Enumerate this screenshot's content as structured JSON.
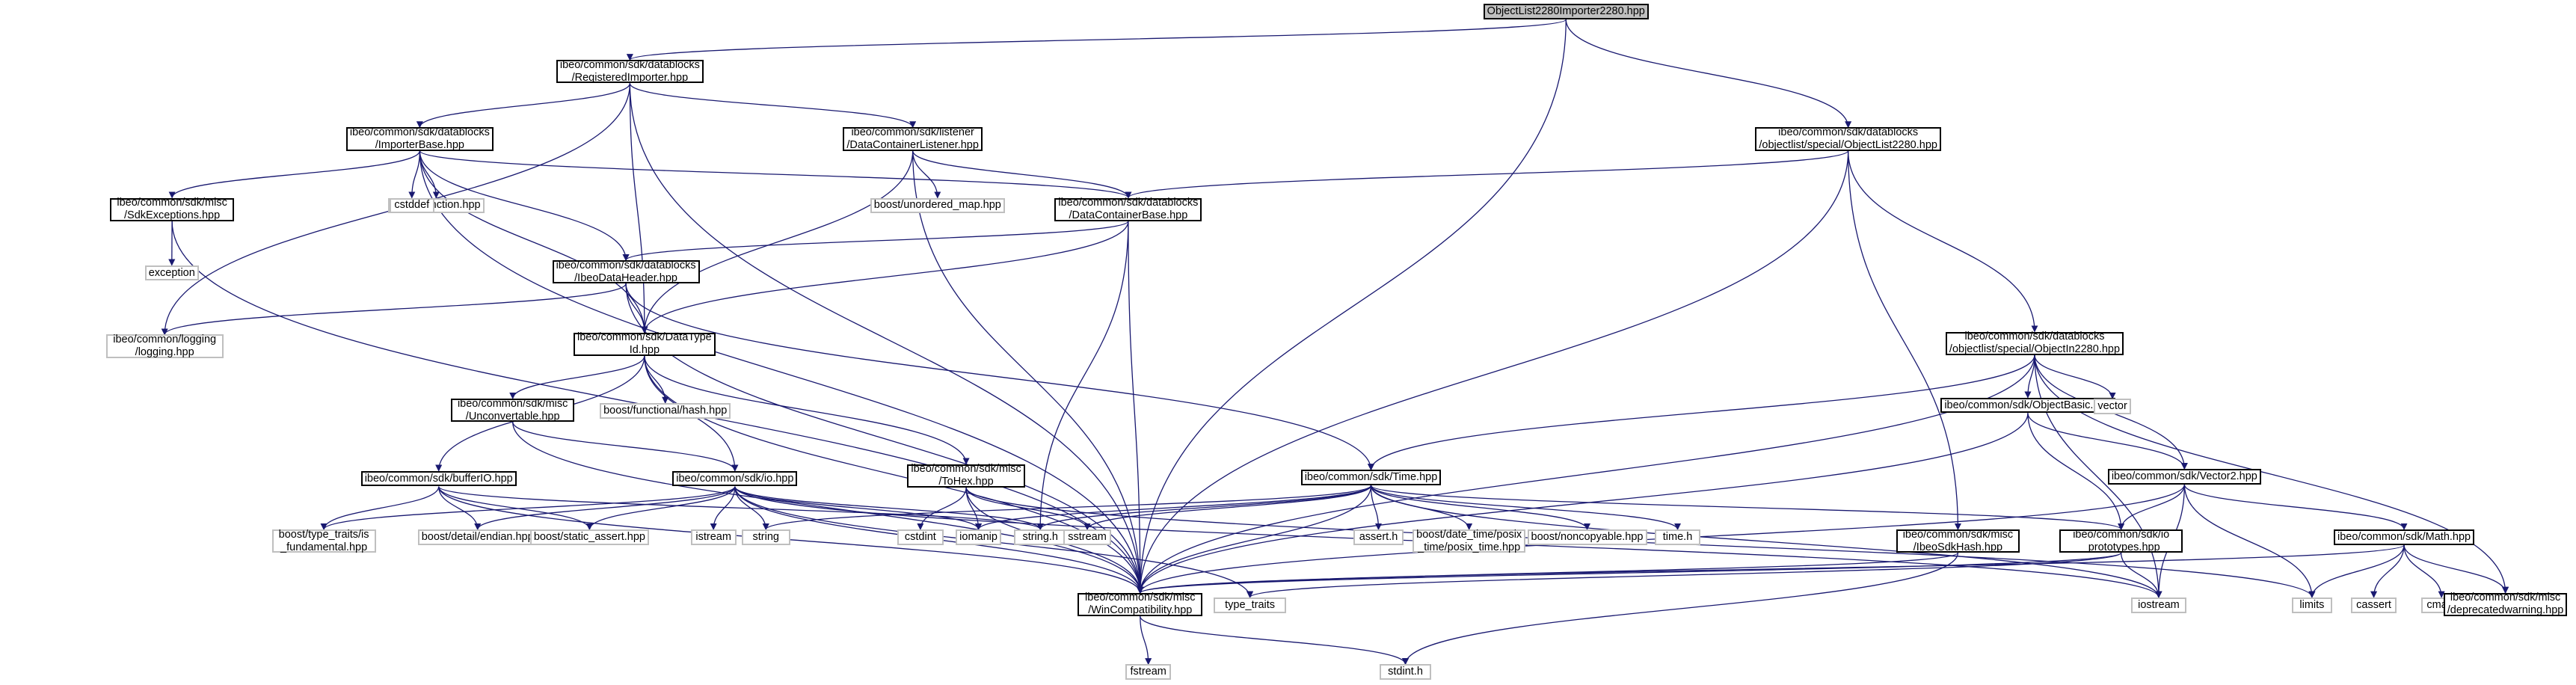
{
  "colors": {
    "edge": "#191970",
    "edge_light": "#bfbfbf",
    "root_fill": "#bfbfbf",
    "ext_border": "#bfbfbf",
    "node_border": "#000000"
  },
  "nodes": [
    {
      "id": "root",
      "lines": [
        "ObjectList2280Importer2280.hpp"
      ],
      "kind": "root"
    },
    {
      "id": "ri",
      "lines": [
        "ibeo/common/sdk/datablocks",
        "/RegisteredImporter.hpp"
      ],
      "kind": "file"
    },
    {
      "id": "ib",
      "lines": [
        "ibeo/common/sdk/datablocks",
        "/ImporterBase.hpp"
      ],
      "kind": "file"
    },
    {
      "id": "dcl",
      "lines": [
        "ibeo/common/sdk/listener",
        "/DataContainerListener.hpp"
      ],
      "kind": "file"
    },
    {
      "id": "ol",
      "lines": [
        "ibeo/common/sdk/datablocks",
        "/objectlist/special/ObjectList2280.hpp"
      ],
      "kind": "file"
    },
    {
      "id": "se",
      "lines": [
        "ibeo/common/sdk/misc",
        "/SdkExceptions.hpp"
      ],
      "kind": "file"
    },
    {
      "id": "bf",
      "lines": [
        "boost/function.hpp"
      ],
      "kind": "ext"
    },
    {
      "id": "cd",
      "lines": [
        "cstddef"
      ],
      "kind": "ext"
    },
    {
      "id": "um",
      "lines": [
        "boost/unordered_map.hpp"
      ],
      "kind": "ext"
    },
    {
      "id": "dcb",
      "lines": [
        "ibeo/common/sdk/datablocks",
        "/DataContainerBase.hpp"
      ],
      "kind": "file"
    },
    {
      "id": "ex",
      "lines": [
        "exception"
      ],
      "kind": "ext"
    },
    {
      "id": "idh",
      "lines": [
        "ibeo/common/sdk/datablocks",
        "/IbeoDataHeader.hpp"
      ],
      "kind": "file"
    },
    {
      "id": "lg",
      "lines": [
        "ibeo/common/logging",
        "/logging.hpp"
      ],
      "kind": "ext"
    },
    {
      "id": "dt",
      "lines": [
        "ibeo/common/sdk/DataType",
        "Id.hpp"
      ],
      "kind": "file"
    },
    {
      "id": "bfh",
      "lines": [
        "boost/functional/hash.hpp"
      ],
      "kind": "ext"
    },
    {
      "id": "o28",
      "lines": [
        "ibeo/common/sdk/datablocks",
        "/objectlist/special/ObjectIn2280.hpp"
      ],
      "kind": "file"
    },
    {
      "id": "un",
      "lines": [
        "ibeo/common/sdk/misc",
        "/Unconvertable.hpp"
      ],
      "kind": "file"
    },
    {
      "id": "obs",
      "lines": [
        "ibeo/common/sdk/ObjectBasic.hpp"
      ],
      "kind": "file"
    },
    {
      "id": "vec",
      "lines": [
        "vector"
      ],
      "kind": "ext"
    },
    {
      "id": "bio",
      "lines": [
        "ibeo/common/sdk/bufferIO.hpp"
      ],
      "kind": "file"
    },
    {
      "id": "io",
      "lines": [
        "ibeo/common/sdk/io.hpp"
      ],
      "kind": "file"
    },
    {
      "id": "th",
      "lines": [
        "ibeo/common/sdk/misc",
        "/ToHex.hpp"
      ],
      "kind": "file"
    },
    {
      "id": "tm",
      "lines": [
        "ibeo/common/sdk/Time.hpp"
      ],
      "kind": "file"
    },
    {
      "id": "v2",
      "lines": [
        "ibeo/common/sdk/Vector2.hpp"
      ],
      "kind": "file"
    },
    {
      "id": "btt",
      "lines": [
        "boost/type_traits/is",
        "_fundamental.hpp"
      ],
      "kind": "ext"
    },
    {
      "id": "bde",
      "lines": [
        "boost/detail/endian.hpp"
      ],
      "kind": "ext"
    },
    {
      "id": "bsa",
      "lines": [
        "boost/static_assert.hpp"
      ],
      "kind": "ext"
    },
    {
      "id": "ist",
      "lines": [
        "istream"
      ],
      "kind": "ext"
    },
    {
      "id": "str",
      "lines": [
        "string"
      ],
      "kind": "ext"
    },
    {
      "id": "ci",
      "lines": [
        "cstdint"
      ],
      "kind": "ext"
    },
    {
      "id": "iom",
      "lines": [
        "iomanip"
      ],
      "kind": "ext"
    },
    {
      "id": "sh",
      "lines": [
        "string.h"
      ],
      "kind": "ext"
    },
    {
      "id": "ss",
      "lines": [
        "sstream"
      ],
      "kind": "ext"
    },
    {
      "id": "ah",
      "lines": [
        "assert.h"
      ],
      "kind": "ext"
    },
    {
      "id": "bpt",
      "lines": [
        "boost/date_time/posix",
        "_time/posix_time.hpp"
      ],
      "kind": "ext"
    },
    {
      "id": "bnc",
      "lines": [
        "boost/noncopyable.hpp"
      ],
      "kind": "ext"
    },
    {
      "id": "th2",
      "lines": [
        "time.h"
      ],
      "kind": "ext"
    },
    {
      "id": "ish",
      "lines": [
        "ibeo/common/sdk/misc",
        "/IbeoSdkHash.hpp"
      ],
      "kind": "file"
    },
    {
      "id": "iop",
      "lines": [
        "ibeo/common/sdk/io",
        "_prototypes.hpp"
      ],
      "kind": "file"
    },
    {
      "id": "mh",
      "lines": [
        "ibeo/common/sdk/Math.hpp"
      ],
      "kind": "file"
    },
    {
      "id": "wc",
      "lines": [
        "ibeo/common/sdk/misc",
        "/WinCompatibility.hpp"
      ],
      "kind": "file"
    },
    {
      "id": "tt",
      "lines": [
        "type_traits"
      ],
      "kind": "ext"
    },
    {
      "id": "ios",
      "lines": [
        "iostream"
      ],
      "kind": "ext"
    },
    {
      "id": "lim",
      "lines": [
        "limits"
      ],
      "kind": "ext"
    },
    {
      "id": "cas",
      "lines": [
        "cassert"
      ],
      "kind": "ext"
    },
    {
      "id": "cm",
      "lines": [
        "cmath"
      ],
      "kind": "ext"
    },
    {
      "id": "dw",
      "lines": [
        "ibeo/common/sdk/misc",
        "/deprecatedwarning.hpp"
      ],
      "kind": "file"
    },
    {
      "id": "fs",
      "lines": [
        "fstream"
      ],
      "kind": "ext"
    },
    {
      "id": "sth",
      "lines": [
        "stdint.h"
      ],
      "kind": "ext"
    }
  ],
  "edges": [
    [
      "root",
      "ri"
    ],
    [
      "root",
      "ol"
    ],
    [
      "root",
      "wc"
    ],
    [
      "ri",
      "ib"
    ],
    [
      "ri",
      "dcl"
    ],
    [
      "ri",
      "lg"
    ],
    [
      "ri",
      "dt"
    ],
    [
      "ri",
      "wc"
    ],
    [
      "ib",
      "se"
    ],
    [
      "ib",
      "bf"
    ],
    [
      "ib",
      "cd"
    ],
    [
      "ib",
      "dcb"
    ],
    [
      "ib",
      "idh"
    ],
    [
      "ib",
      "dt"
    ],
    [
      "ib",
      "wc"
    ],
    [
      "dcl",
      "um"
    ],
    [
      "dcl",
      "dcb"
    ],
    [
      "dcl",
      "dt"
    ],
    [
      "dcl",
      "wc"
    ],
    [
      "ol",
      "dcb"
    ],
    [
      "ol",
      "o28"
    ],
    [
      "ol",
      "ish"
    ],
    [
      "ol",
      "wc"
    ],
    [
      "se",
      "ex"
    ],
    [
      "se",
      "wc"
    ],
    [
      "dcb",
      "idh"
    ],
    [
      "dcb",
      "dt"
    ],
    [
      "dcb",
      "sh"
    ],
    [
      "dcb",
      "wc"
    ],
    [
      "idh",
      "lg"
    ],
    [
      "idh",
      "dt"
    ],
    [
      "idh",
      "tm"
    ],
    [
      "idh",
      "wc"
    ],
    [
      "dt",
      "bfh"
    ],
    [
      "dt",
      "un"
    ],
    [
      "dt",
      "bio"
    ],
    [
      "dt",
      "io"
    ],
    [
      "dt",
      "th"
    ],
    [
      "dt",
      "wc"
    ],
    [
      "o28",
      "tm"
    ],
    [
      "o28",
      "obs"
    ],
    [
      "o28",
      "vec"
    ],
    [
      "o28",
      "v2"
    ],
    [
      "o28",
      "ios"
    ],
    [
      "o28",
      "dw"
    ],
    [
      "o28",
      "wc"
    ],
    [
      "un",
      "io"
    ],
    [
      "un",
      "wc"
    ],
    [
      "obs",
      "v2"
    ],
    [
      "obs",
      "iop"
    ],
    [
      "obs",
      "wc"
    ],
    [
      "bio",
      "btt"
    ],
    [
      "bio",
      "bde"
    ],
    [
      "bio",
      "bsa"
    ],
    [
      "bio",
      "sh"
    ],
    [
      "bio",
      "wc"
    ],
    [
      "io",
      "btt"
    ],
    [
      "io",
      "bde"
    ],
    [
      "io",
      "bsa"
    ],
    [
      "io",
      "ist"
    ],
    [
      "io",
      "str"
    ],
    [
      "io",
      "iom"
    ],
    [
      "io",
      "sh"
    ],
    [
      "io",
      "tt"
    ],
    [
      "io",
      "ios"
    ],
    [
      "io",
      "wc"
    ],
    [
      "th",
      "ci"
    ],
    [
      "th",
      "iom"
    ],
    [
      "th",
      "ss"
    ],
    [
      "th",
      "lim"
    ],
    [
      "th",
      "wc"
    ],
    [
      "tm",
      "str"
    ],
    [
      "tm",
      "iom"
    ],
    [
      "tm",
      "sh"
    ],
    [
      "tm",
      "ss"
    ],
    [
      "tm",
      "ah"
    ],
    [
      "tm",
      "bpt"
    ],
    [
      "tm",
      "bnc"
    ],
    [
      "tm",
      "th2"
    ],
    [
      "tm",
      "iop"
    ],
    [
      "tm",
      "ios"
    ],
    [
      "tm",
      "wc"
    ],
    [
      "v2",
      "iop"
    ],
    [
      "v2",
      "mh"
    ],
    [
      "v2",
      "ios"
    ],
    [
      "v2",
      "lim"
    ],
    [
      "v2",
      "wc"
    ],
    [
      "ish",
      "wc"
    ],
    [
      "ish",
      "sth"
    ],
    [
      "iop",
      "tt"
    ],
    [
      "iop",
      "ios"
    ],
    [
      "iop",
      "wc"
    ],
    [
      "mh",
      "lim"
    ],
    [
      "mh",
      "cas"
    ],
    [
      "mh",
      "cm"
    ],
    [
      "mh",
      "dw"
    ],
    [
      "mh",
      "wc"
    ],
    [
      "wc",
      "fs"
    ],
    [
      "wc",
      "sth"
    ]
  ]
}
